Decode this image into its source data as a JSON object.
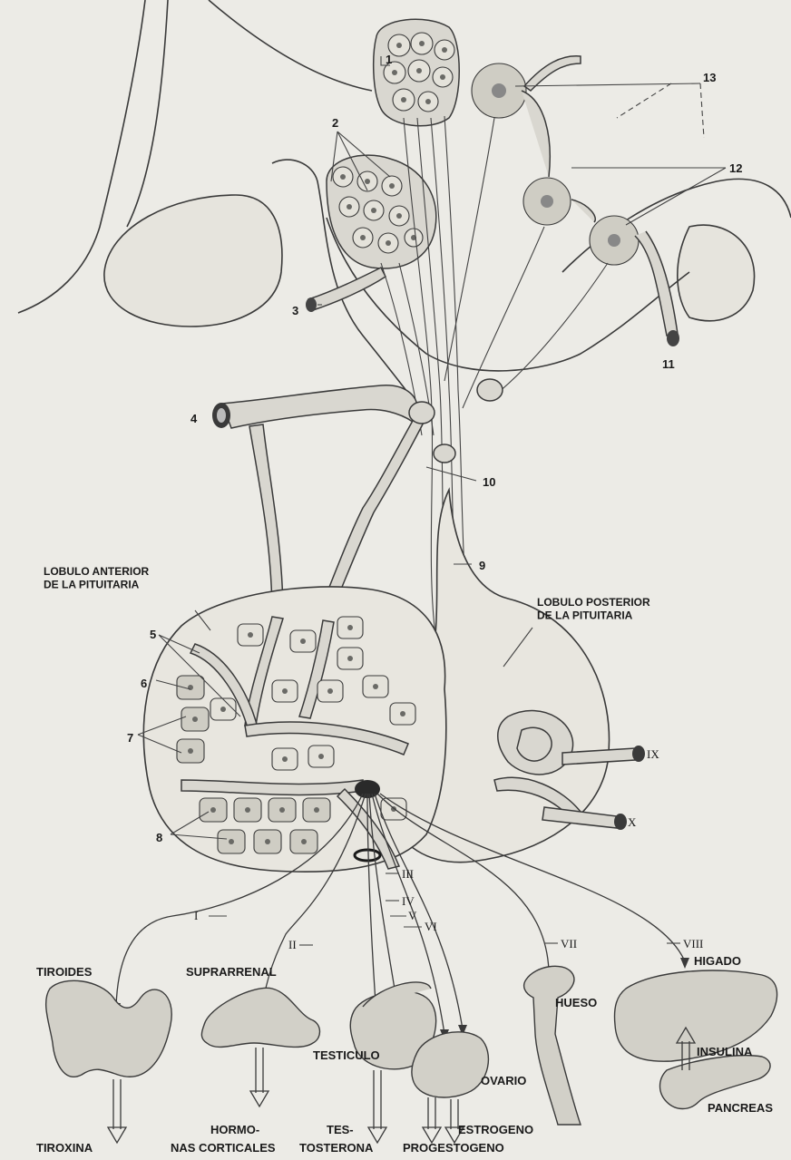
{
  "figure": {
    "region_labels": {
      "anterior_lobe": "LOBULO ANTERIOR\nDE LA PITUITARIA",
      "posterior_lobe": "LOBULO POSTERIOR\nDE LA PITUITARIA"
    },
    "numbers": [
      "1",
      "2",
      "3",
      "4",
      "5",
      "6",
      "7",
      "8",
      "9",
      "10",
      "11",
      "12",
      "13"
    ],
    "romans": [
      "I",
      "II",
      "III",
      "IV",
      "V",
      "VI",
      "VII",
      "VIII",
      "IX",
      "X"
    ],
    "organs": {
      "tiroides": "TIROIDES",
      "suprarrenal": "SUPRARRENAL",
      "testiculo": "TESTICULO",
      "ovario": "OVARIO",
      "hueso": "HUESO",
      "higado": "HIGADO",
      "insulina": "INSULINA",
      "pancreas": "PANCREAS"
    },
    "hormones": {
      "tiroxina": "TIROXINA",
      "corticales_1": "HORMO-",
      "corticales_2": "NAS CORTICALES",
      "testosterona_1": "TES-",
      "testosterona_2": "TOSTERONA",
      "estrogeno": "ESTROGENO",
      "progestogeno": "PROGESTOGENO"
    }
  }
}
